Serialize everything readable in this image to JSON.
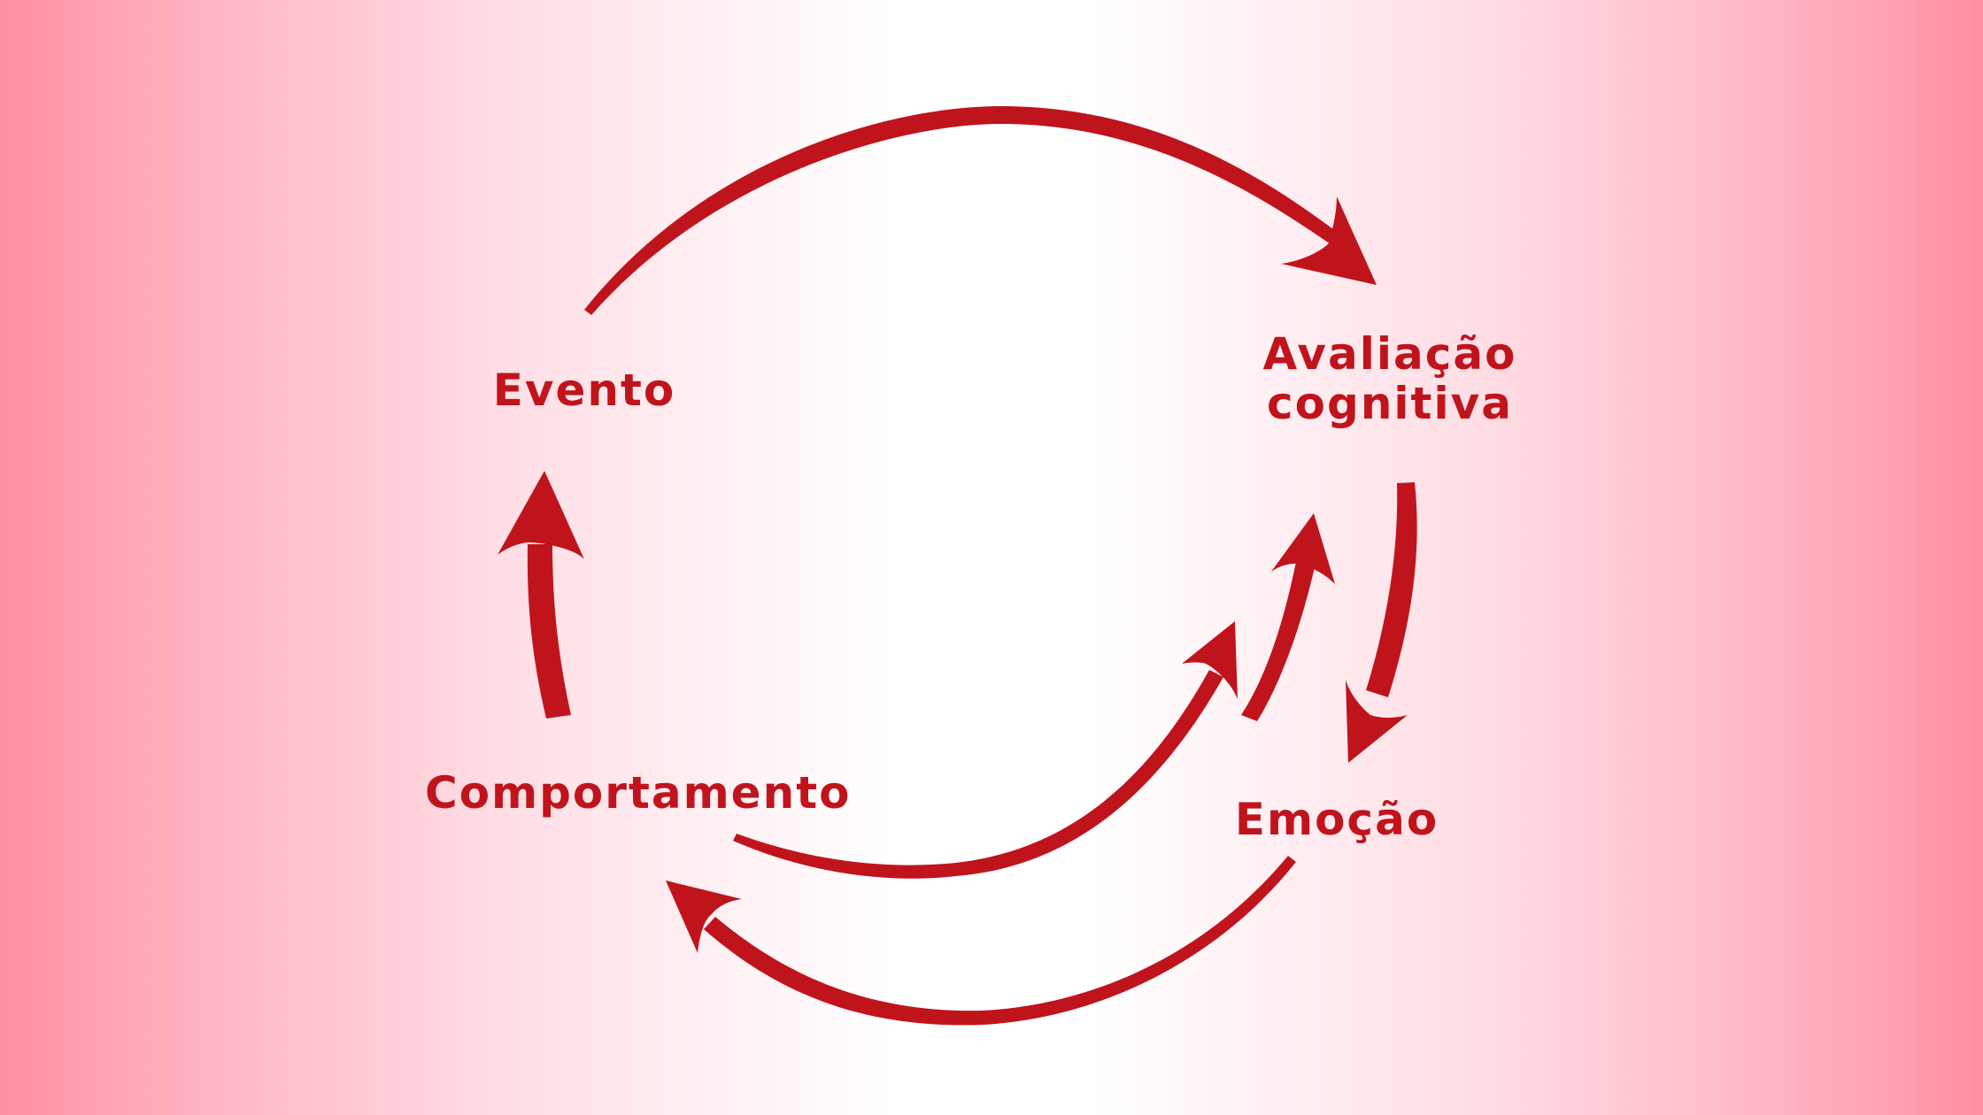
{
  "diagram": {
    "nodes": {
      "evento": "Evento",
      "avaliacao_line1": "Avaliação",
      "avaliacao_line2": "cognitiva",
      "emocao": "Emoção",
      "comportamento": "Comportamento"
    },
    "edges": [
      {
        "from": "Evento",
        "to": "Avaliação cognitiva"
      },
      {
        "from": "Avaliação cognitiva",
        "to": "Emoção"
      },
      {
        "from": "Emoção",
        "to": "Comportamento"
      },
      {
        "from": "Comportamento",
        "to": "Evento"
      },
      {
        "from": "Comportamento",
        "to": "Avaliação cognitiva"
      },
      {
        "from": "Emoção",
        "to": "Avaliação cognitiva"
      }
    ],
    "colors": {
      "accent": "#c0141c",
      "bg_edge": "#ff8fa3",
      "bg_center": "#ffffff"
    }
  }
}
